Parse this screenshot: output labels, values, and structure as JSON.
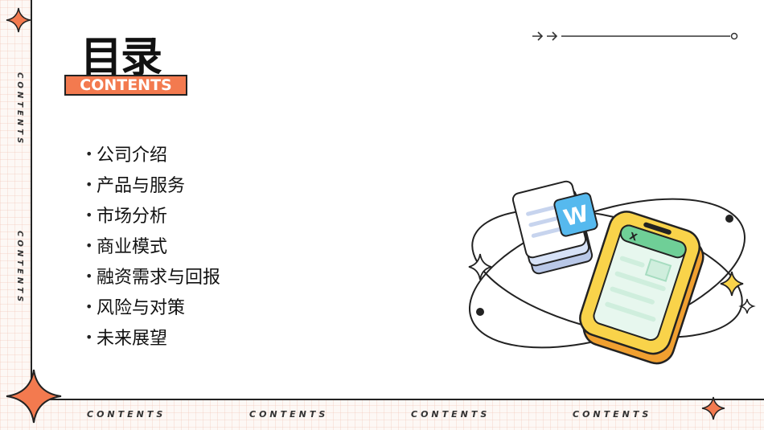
{
  "heading": {
    "title": "目录",
    "subtitle": "CONTENTS"
  },
  "menu_items": [
    {
      "label": "公司介绍"
    },
    {
      "label": "产品与服务"
    },
    {
      "label": "市场分析"
    },
    {
      "label": "商业模式"
    },
    {
      "label": "融资需求与回报"
    },
    {
      "label": "风险与对策"
    },
    {
      "label": "未来展望"
    }
  ],
  "side_labels": [
    "CONTENTS",
    "CONTENTS"
  ],
  "bottom_labels": [
    "CONTENTS",
    "CONTENTS",
    "CONTENTS",
    "CONTENTS"
  ],
  "illustration": {
    "word_letter": "W",
    "sheet_letter": "X"
  },
  "colors": {
    "accent": "#f37a4f",
    "yellow": "#f9d34a",
    "blue": "#56b9ee",
    "green": "#6fcf97"
  }
}
